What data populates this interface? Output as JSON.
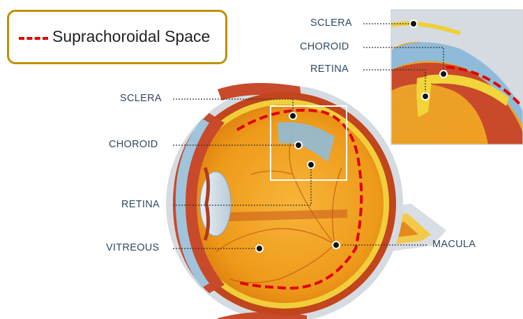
{
  "legend": {
    "label": "Suprachoroidal Space",
    "line_color": "#e00000",
    "border_color": "#bf9000"
  },
  "labels": {
    "sclera": "SCLERA",
    "choroid": "CHOROID",
    "retina": "RETINA",
    "vitreous": "VITREOUS",
    "macula": "MACULA"
  },
  "inset_labels": {
    "sclera": "SCLERA",
    "choroid": "CHOROID",
    "retina": "RETINA"
  },
  "colors": {
    "label_text": "#2e4a63",
    "suprachoroidal_dash": "#e00000",
    "vitreous": "#f0a018",
    "retina": "#f2d53a",
    "choroid": "#c9481e",
    "sclera": "#d8dde3",
    "cornea": "#9fc4dc"
  }
}
